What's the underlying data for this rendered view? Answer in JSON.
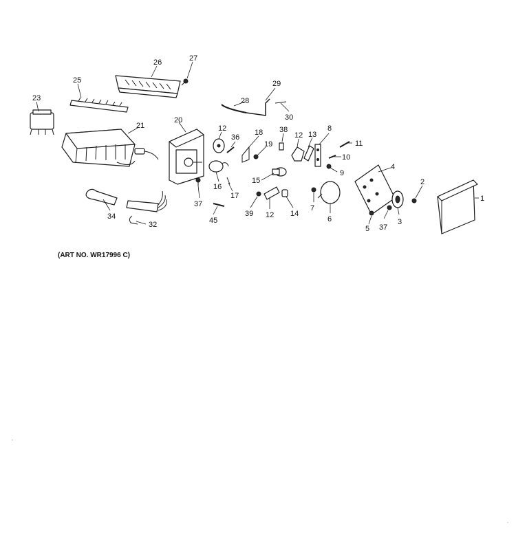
{
  "art_number": "(ART NO. WR17996 C)",
  "callouts": {
    "c1": "1",
    "c2": "2",
    "c3": "3",
    "c4": "4",
    "c5": "5",
    "c6": "6",
    "c7": "7",
    "c8": "8",
    "c9": "9",
    "c10": "10",
    "c11": "11",
    "c12a": "12",
    "c12b": "12",
    "c12c": "12",
    "c13": "13",
    "c14": "14",
    "c15": "15",
    "c16": "16",
    "c17": "17",
    "c18": "18",
    "c19": "19",
    "c20": "20",
    "c21": "21",
    "c23": "23",
    "c25": "25",
    "c26": "26",
    "c27": "27",
    "c28": "28",
    "c29": "29",
    "c30": "30",
    "c32": "32",
    "c34": "34",
    "c36": "36",
    "c37a": "37",
    "c37b": "37",
    "c38": "38",
    "c39": "39",
    "c45": "45"
  }
}
